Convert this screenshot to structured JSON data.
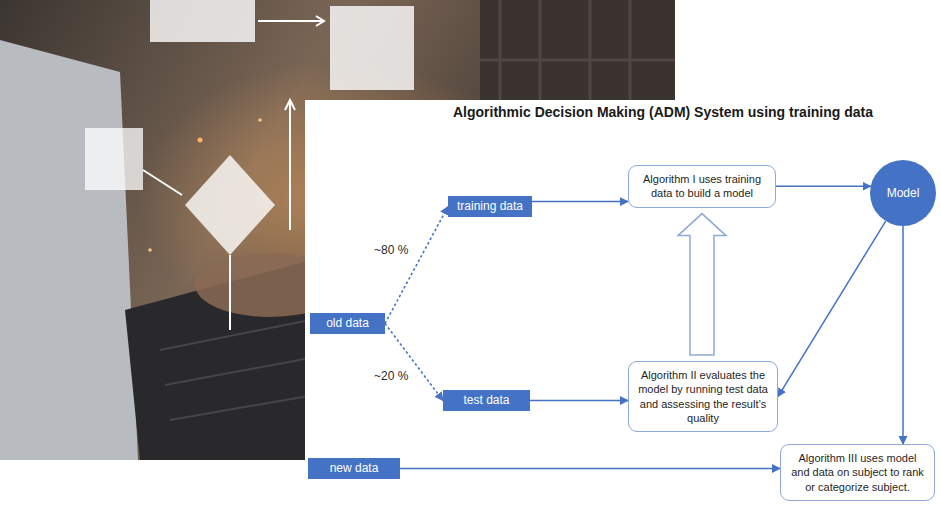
{
  "diagram": {
    "title": "Algorithmic Decision Making (ADM) System using training data",
    "nodes": [
      {
        "text": [
          "old data"
        ]
      },
      {
        "text": [
          "training data"
        ]
      },
      {
        "text": [
          "test data"
        ]
      },
      {
        "text": [
          "Algorithm I uses training data to build a model"
        ]
      },
      {
        "text": [
          "Algorithm II evaluates the model by running test data and assessing the result’s quality"
        ]
      },
      {
        "text": [
          "Model"
        ]
      },
      {
        "text": [
          "new data"
        ]
      },
      {
        "text": [
          "Algorithm III uses model and data on subject to rank or categorize subject."
        ]
      }
    ],
    "edges": [
      {
        "from": 0,
        "to": 1,
        "arrow": "to",
        "label": "~80 %"
      },
      {
        "from": 0,
        "to": 2,
        "arrow": "to",
        "label": "~20 %"
      },
      {
        "from": 1,
        "to": 3,
        "arrow": "to"
      },
      {
        "from": 2,
        "to": 4,
        "arrow": "to"
      },
      {
        "from": 4,
        "to": 3,
        "arrow": "to"
      },
      {
        "from": 3,
        "to": 5,
        "arrow": "to"
      },
      {
        "from": 5,
        "to": 4,
        "arrow": "to"
      },
      {
        "from": 5,
        "to": 7,
        "arrow": "to"
      },
      {
        "from": 6,
        "to": 7,
        "arrow": "to"
      }
    ]
  }
}
